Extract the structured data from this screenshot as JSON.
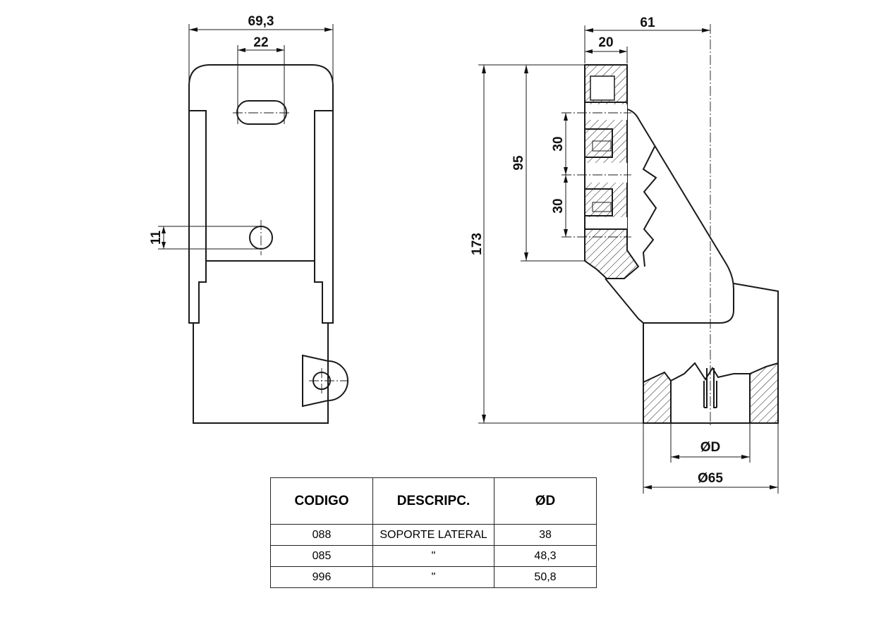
{
  "dimensions": {
    "front_width": "69,3",
    "slot_width": "22",
    "hole_offset": "11",
    "side_depth": "61",
    "plate_thickness": "20",
    "total_height": "173",
    "plate_height": "95",
    "hole_spacing_top": "30",
    "hole_spacing_bottom": "30",
    "inner_diameter": "ØD",
    "outer_diameter": "Ø65"
  },
  "table": {
    "headers": [
      "CODIGO",
      "DESCRIPC.",
      "ØD"
    ],
    "rows": [
      [
        "088",
        "SOPORTE LATERAL",
        "38"
      ],
      [
        "085",
        "\"",
        "48,3"
      ],
      [
        "996",
        "\"",
        "50,8"
      ]
    ]
  }
}
